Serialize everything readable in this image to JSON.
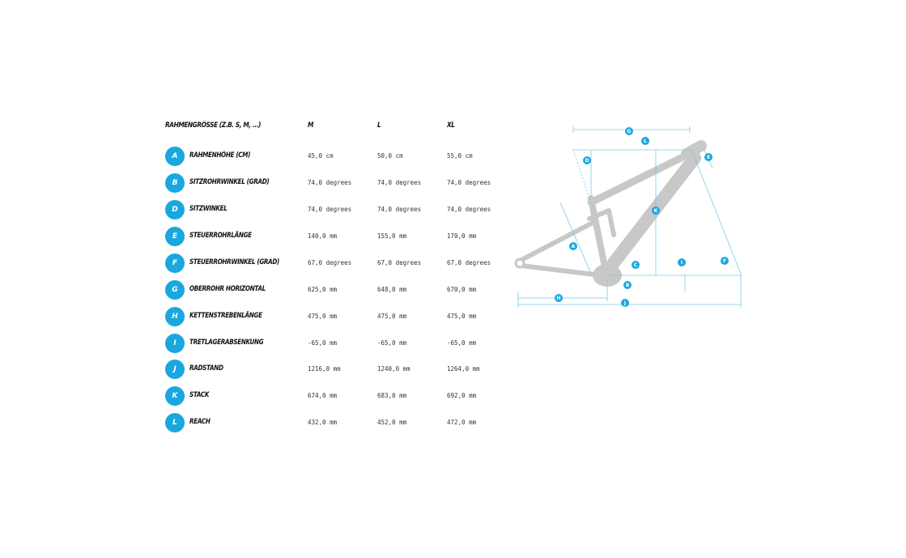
{
  "headers": {
    "size": "RAHMENGRÖSSE (Z.B. S, M, ...)",
    "col1": "M",
    "col2": "L",
    "col3": "XL"
  },
  "rows": [
    {
      "letter": "A",
      "label": "RAHMENHÖHE (CM)",
      "m": "45,0 cm",
      "l": "50,0 cm",
      "xl": "55,0 cm"
    },
    {
      "letter": "B",
      "label": "SITZROHRWINKEL (GRAD)",
      "m": "74,0 degrees",
      "l": "74,0 degrees",
      "xl": "74,0 degrees"
    },
    {
      "letter": "D",
      "label": "SITZWINKEL",
      "m": "74,0 degrees",
      "l": "74,0 degrees",
      "xl": "74,0 degrees"
    },
    {
      "letter": "E",
      "label": "STEUERROHRLÄNGE",
      "m": "140,0 mm",
      "l": "155,0 mm",
      "xl": "170,0 mm"
    },
    {
      "letter": "F",
      "label": "STEUERROHRWINKEL (GRAD)",
      "m": "67,0 degrees",
      "l": "67,0 degrees",
      "xl": "67,0 degrees"
    },
    {
      "letter": "G",
      "label": "OBERROHR HORIZONTAL",
      "m": "625,0 mm",
      "l": "648,0 mm",
      "xl": "670,0 mm"
    },
    {
      "letter": "H",
      "label": "KETTENSTREBENLÄNGE",
      "m": "475,0 mm",
      "l": "475,0 mm",
      "xl": "475,0 mm"
    },
    {
      "letter": "I",
      "label": "TRETLAGERABSENKUNG",
      "m": "-65,0 mm",
      "l": "-65,0 mm",
      "xl": "-65,0 mm"
    },
    {
      "letter": "J",
      "label": "RADSTAND",
      "m": "1216,0 mm",
      "l": "1240,0 mm",
      "xl": "1264,0 mm"
    },
    {
      "letter": "K",
      "label": "STACK",
      "m": "674,0 mm",
      "l": "683,0 mm",
      "xl": "692,0 mm"
    },
    {
      "letter": "L",
      "label": "REACH",
      "m": "432,0 mm",
      "l": "452,0 mm",
      "xl": "472,0 mm"
    }
  ],
  "diagram_labels": {
    "g": "G",
    "l": "L",
    "d": "D",
    "e": "E",
    "k": "K",
    "a": "A",
    "c": "C",
    "b": "B",
    "i": "I",
    "f": "F",
    "h": "H",
    "j": "J"
  },
  "colors": {
    "accent": "#1aa7e0",
    "frame": "#c8c8c8",
    "dimension_line": "#7ec6e6"
  }
}
